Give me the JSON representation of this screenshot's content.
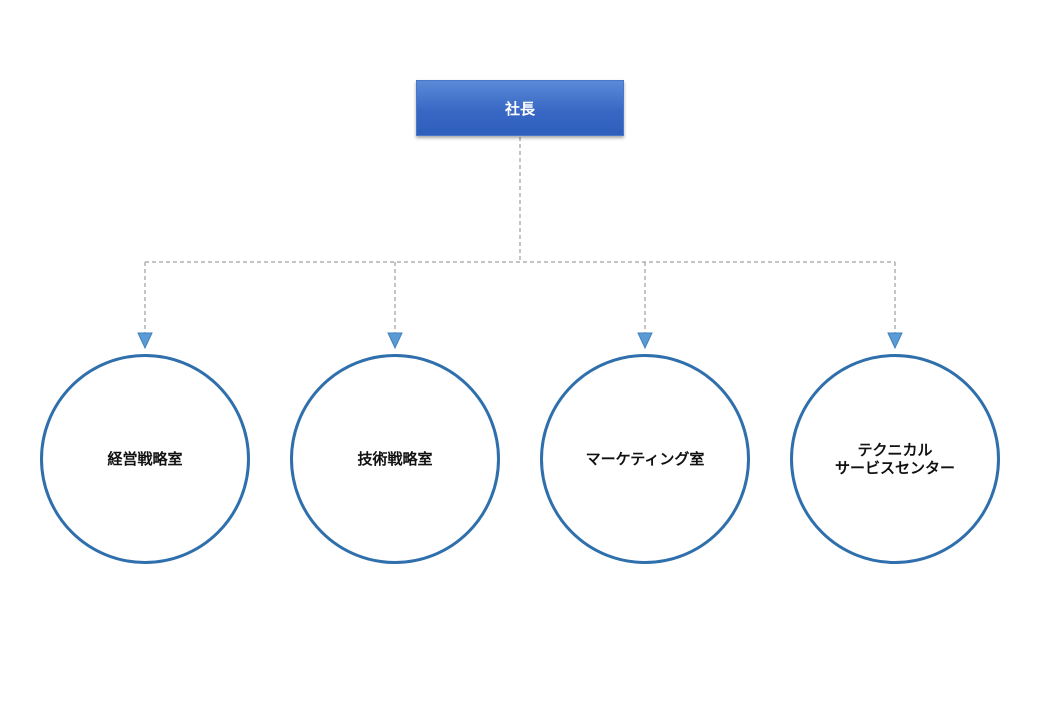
{
  "diagram": {
    "root": {
      "label": "社長"
    },
    "children": [
      {
        "label": "経営戦略室"
      },
      {
        "label": "技術戦略室"
      },
      {
        "label": "マーケティング室"
      },
      {
        "label": "テクニカル\nサービスセンター"
      }
    ],
    "colors": {
      "root_fill": "#3868c4",
      "node_border": "#2e6fac",
      "connector": "#b0b0b0",
      "arrowhead": "#5b9bd5"
    }
  }
}
